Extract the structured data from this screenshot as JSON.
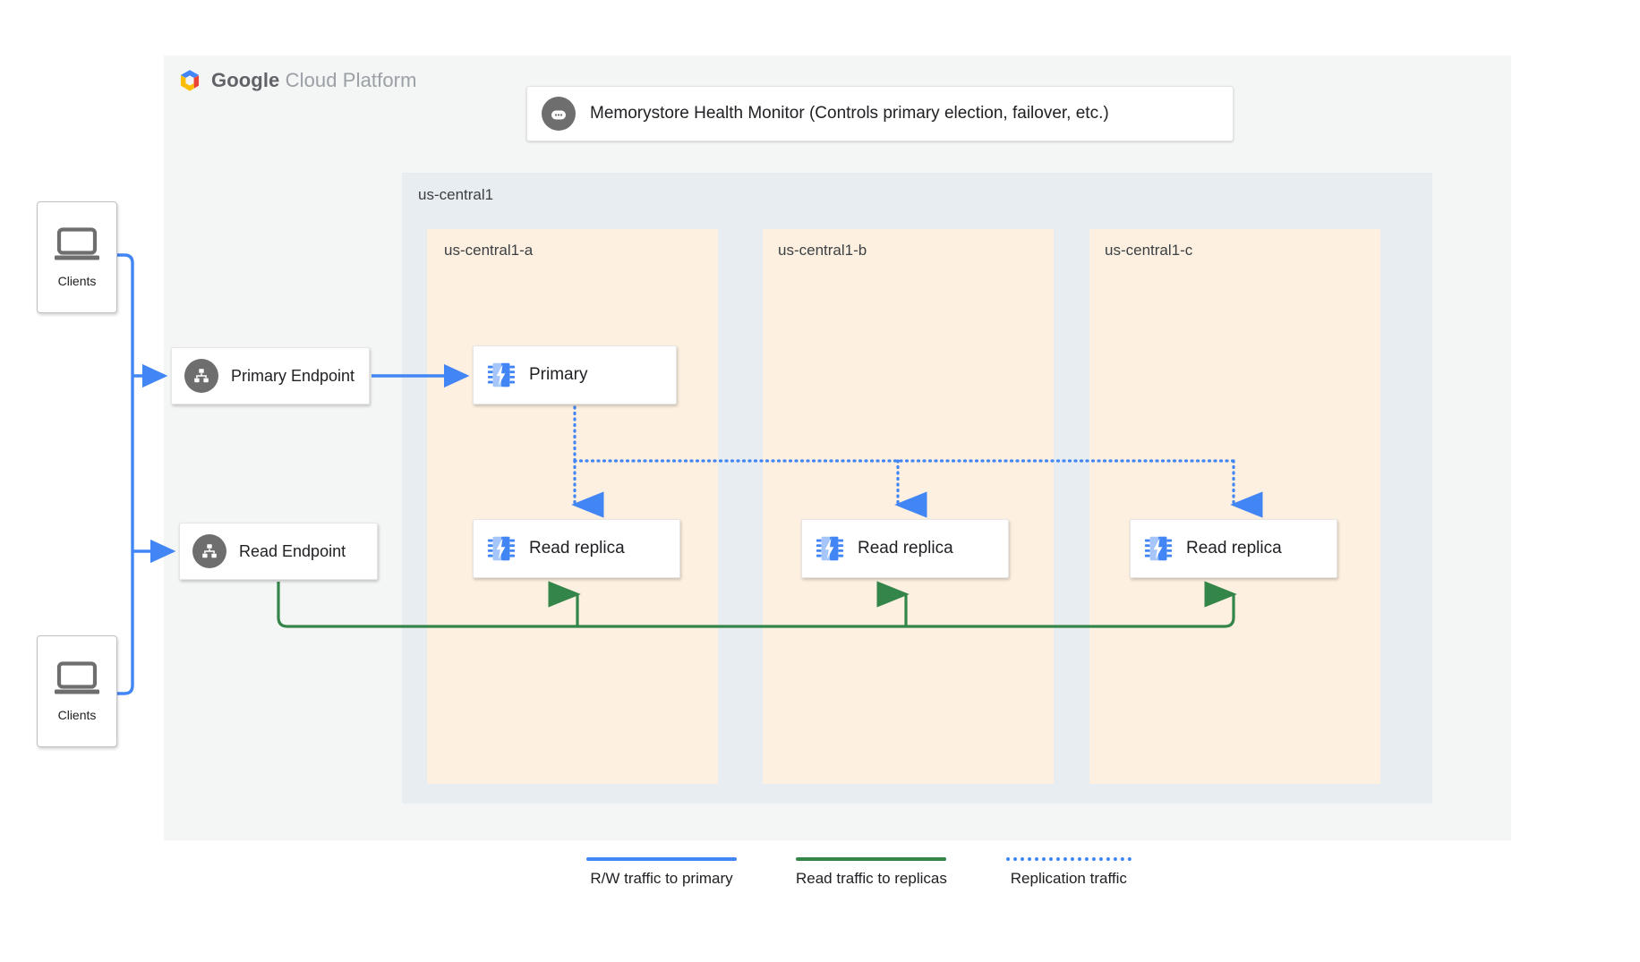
{
  "page": {
    "provider_logo": {
      "icon": "google-cloud-hexagon-icon",
      "word1": "Google",
      "word2": "Cloud Platform"
    }
  },
  "health_monitor": {
    "icon": "health-monitor-icon",
    "label": "Memorystore Health Monitor (Controls primary election, failover, etc.)"
  },
  "region": {
    "label": "us-central1",
    "zones": [
      {
        "label": "us-central1-a"
      },
      {
        "label": "us-central1-b"
      },
      {
        "label": "us-central1-c"
      }
    ]
  },
  "endpoints": [
    {
      "label": "Primary Endpoint",
      "icon": "endpoint-hierarchy-icon"
    },
    {
      "label": "Read Endpoint",
      "icon": "endpoint-hierarchy-icon"
    }
  ],
  "nodes": {
    "primary": {
      "label": "Primary",
      "icon": "memorystore-chip-icon"
    },
    "replicas": [
      {
        "label": "Read replica",
        "icon": "memorystore-chip-icon"
      },
      {
        "label": "Read replica",
        "icon": "memorystore-chip-icon"
      },
      {
        "label": "Read replica",
        "icon": "memorystore-chip-icon"
      }
    ]
  },
  "clients": [
    {
      "label": "Clients",
      "icon": "laptop-icon"
    },
    {
      "label": "Clients",
      "icon": "laptop-icon"
    }
  ],
  "legend": [
    {
      "label": "R/W traffic to primary",
      "color": "#4285F4",
      "style": "solid"
    },
    {
      "label": "Read traffic to replicas",
      "color": "#34854A",
      "style": "solid"
    },
    {
      "label": "Replication traffic",
      "color": "#4285F4",
      "style": "dotted"
    }
  ],
  "colors": {
    "blue": "#4285F4",
    "green": "#34854A",
    "zone_fill": "#FDF0E0",
    "region_fill": "#E8EDF1",
    "panel_fill": "#F4F5F5",
    "icon_gray": "#6E6E6E"
  }
}
